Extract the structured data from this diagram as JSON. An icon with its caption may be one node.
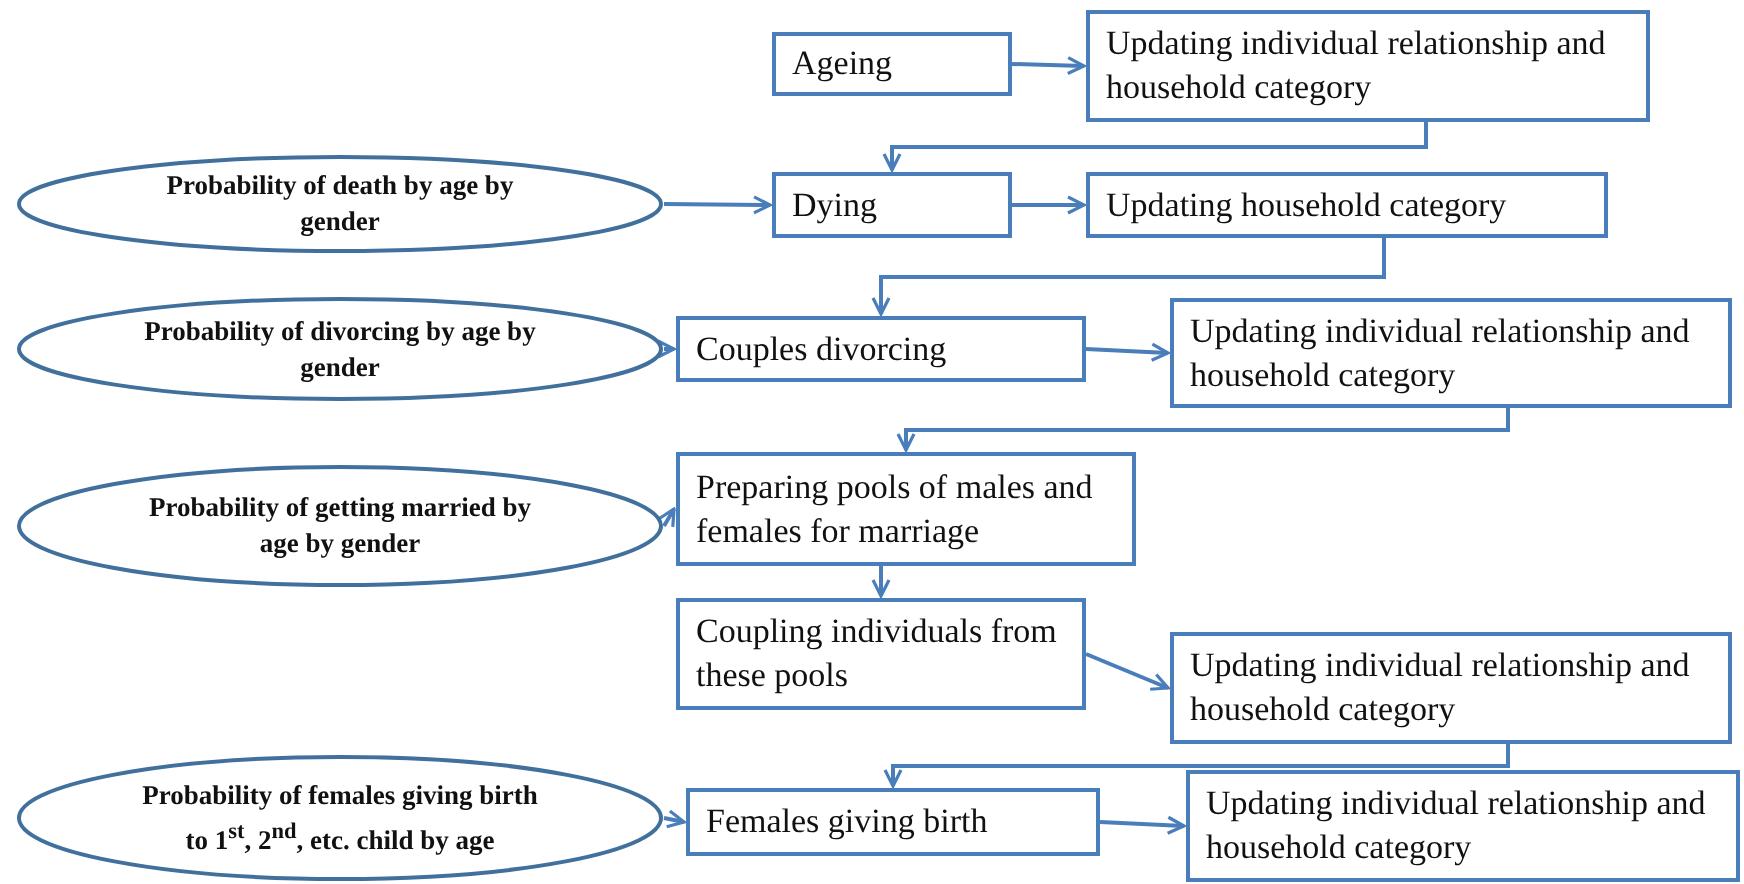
{
  "diagram": {
    "nodes": [
      {
        "text": [
          "Ageing"
        ]
      },
      {
        "text": [
          "Updating individual relationship and household category"
        ]
      },
      {
        "text": [
          "Probability of death by age by gender"
        ]
      },
      {
        "text": [
          "Dying"
        ]
      },
      {
        "text": [
          "Updating household category"
        ]
      },
      {
        "text": [
          "Probability of divorcing by age by gender"
        ]
      },
      {
        "text": [
          "Couples divorcing"
        ]
      },
      {
        "text": [
          "Updating individual relationship and household category"
        ]
      },
      {
        "text": [
          "Probability of getting married by age by gender"
        ]
      },
      {
        "text": [
          "Preparing pools of males and females for marriage"
        ]
      },
      {
        "text": [
          "Coupling individuals from these pools"
        ]
      },
      {
        "text": [
          "Updating individual relationship and household category"
        ]
      },
      {
        "text": [
          "Probability of females giving birth to 1$^{st}$, 2$^{nd}$, etc. child by age"
        ]
      },
      {
        "text": [
          "Females giving birth"
        ]
      },
      {
        "text": [
          "Updating individual relationship and household category"
        ]
      }
    ],
    "edges": [
      {
        "from": 0,
        "to": 1,
        "arrow": "to"
      },
      {
        "from": 1,
        "to": 3,
        "arrow": "to"
      },
      {
        "from": 2,
        "to": 3,
        "arrow": "to"
      },
      {
        "from": 3,
        "to": 4,
        "arrow": "to"
      },
      {
        "from": 4,
        "to": 6,
        "arrow": "to"
      },
      {
        "from": 5,
        "to": 6,
        "arrow": "to"
      },
      {
        "from": 6,
        "to": 7,
        "arrow": "to"
      },
      {
        "from": 7,
        "to": 9,
        "arrow": "to"
      },
      {
        "from": 8,
        "to": 9,
        "arrow": "to"
      },
      {
        "from": 9,
        "to": 10,
        "arrow": "to"
      },
      {
        "from": 10,
        "to": 11,
        "arrow": "to"
      },
      {
        "from": 11,
        "to": 13,
        "arrow": "to"
      },
      {
        "from": 12,
        "to": 13,
        "arrow": "to"
      },
      {
        "from": 13,
        "to": 14,
        "arrow": "to"
      }
    ]
  }
}
